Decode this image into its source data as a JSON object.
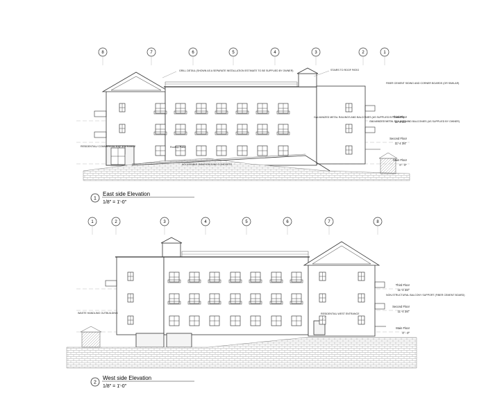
{
  "east": {
    "title_num": "1",
    "title": "East side Elevation",
    "scale": "1/8\" = 1'-0\"",
    "gridlines": [
      "8",
      "7",
      "6",
      "5",
      "4",
      "3",
      "2",
      "1"
    ],
    "levels": [
      {
        "name": "Third Floor",
        "elev": "11'-4 3/4\""
      },
      {
        "name": "Second Floor",
        "elev": "11'-4 3/4\""
      },
      {
        "name": "Main Floor",
        "elev": "0' - 0\""
      }
    ],
    "notes": {
      "grill": "GRILL DETAIL (SHOWN AS A SEPARATE INSTALLATION ESTIMATE TO BE SUPPLIED BY OWNER)",
      "stairs": "STAIRS TO ROOF PATIO",
      "siding": "FIBER CEMENT SIDING AND CORNER BOARDS (OR SIMILAR)",
      "railings": "GALVANIZED METAL RAILINGS AND BALCONIES (AS SUPPLIED BY OWNER)",
      "railings_right": "GALVANIZED METAL RAILINGS AND BALCONIES (AS SUPPLIED BY OWNER)",
      "commercial": "RESIDENTIAL/ COMMERCIAL EXIT ENTRANCE",
      "ramp": "ACCESSIBLE RAMP/GROUND CONCRETE",
      "sign": "Rooftop Patio"
    }
  },
  "west": {
    "title_num": "2",
    "title": "West side Elevation",
    "scale": "1/8\" = 1'-0\"",
    "gridlines": [
      "1",
      "2",
      "3",
      "4",
      "5",
      "6",
      "7",
      "8"
    ],
    "levels": [
      {
        "name": "Third Floor",
        "elev": "11'-4 3/4\""
      },
      {
        "name": "Second Floor",
        "elev": "11'-4 3/4\""
      },
      {
        "name": "Main Floor",
        "elev": "0' - 0\""
      }
    ],
    "notes": {
      "waste": "WASTE HANDLING OUTBUILDING",
      "balcony": "NON-STRUCTURAL BALCONY SUPPORT (FIBER CEMENT BOARD)",
      "entrance": "RESIDENTIAL WEST ENTRANCE"
    }
  }
}
